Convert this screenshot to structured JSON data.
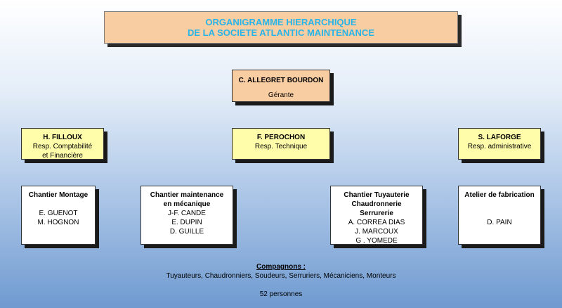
{
  "title": {
    "line1": "ORGANIGRAMME HIERARCHIQUE",
    "line2": "DE LA SOCIETE ATLANTIC MAINTENANCE"
  },
  "ceo": {
    "name": "C. ALLEGRET BOURDON",
    "role": "Gérante"
  },
  "managers": [
    {
      "name": "H. FILLOUX",
      "role_lines": [
        "Resp. Comptabilité",
        "et Financière"
      ]
    },
    {
      "name": "F. PEROCHON",
      "role_lines": [
        "Resp. Technique"
      ]
    },
    {
      "name": "S. LAFORGE",
      "role_lines": [
        "Resp. administrative"
      ]
    }
  ],
  "sites": [
    {
      "title_lines": [
        "Chantier  Montage"
      ],
      "people": [
        "E. GUENOT",
        "M. HOGNON"
      ]
    },
    {
      "title_lines": [
        "Chantier maintenance",
        "en mécanique"
      ],
      "people": [
        "J-F. CANDE",
        "E. DUPIN",
        "D. GUILLE"
      ]
    },
    {
      "title_lines": [
        "Chantier Tuyauterie",
        "Chaudronnerie",
        "Serrurerie"
      ],
      "people": [
        "A. CORREA DIAS",
        "J. MARCOUX",
        "G . YOMEDE"
      ]
    },
    {
      "title_lines": [
        "Atelier de fabrication"
      ],
      "people": [
        "D. PAIN"
      ]
    }
  ],
  "footer": {
    "title": "Compagnons :",
    "trades": "Tuyauteurs, Chaudronniers, Soudeurs, Serruriers, Mécaniciens, Monteurs",
    "count": "52 personnes"
  }
}
